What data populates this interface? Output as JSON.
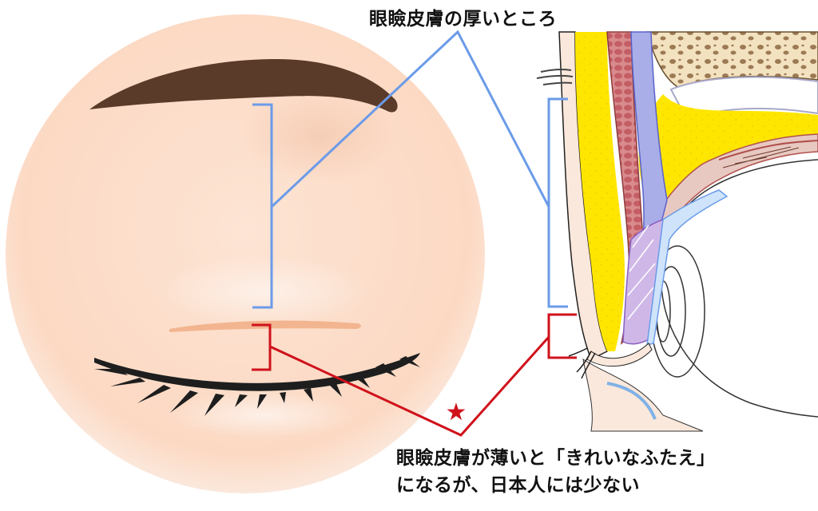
{
  "labels": {
    "thick_skin": "眼瞼皮膚の厚いところ",
    "thin_skin_line1": "眼瞼皮膚が薄いと「きれいなふたえ」",
    "thin_skin_line2": "になるが、日本人には少ない"
  },
  "marker": {
    "symbol": "★"
  },
  "colors": {
    "thick_bracket": "#6b9be8",
    "thin_bracket": "#d0121b",
    "skin": "#fde0cf",
    "fat": "#ffe800",
    "muscle": "#c9646a",
    "eyebrow": "#5a3a29",
    "lashes": "#1e1e1e"
  }
}
